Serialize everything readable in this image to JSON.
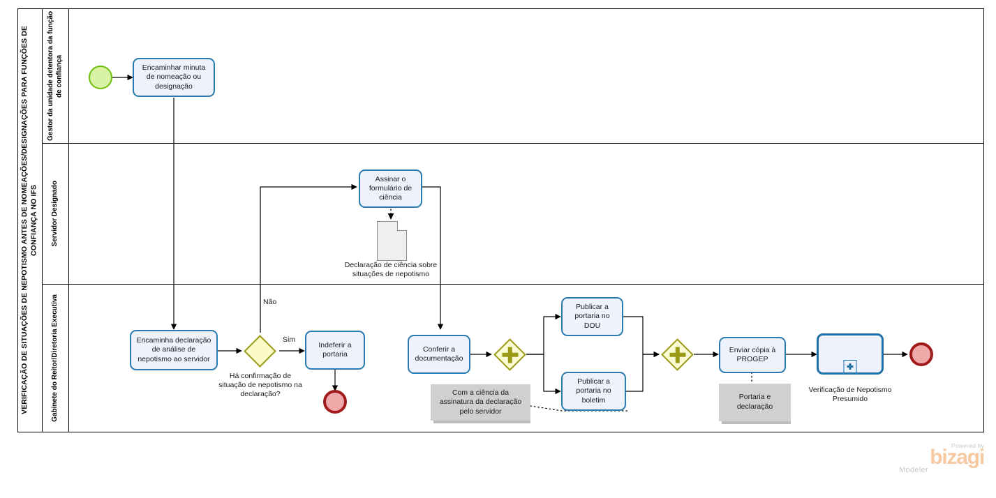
{
  "diagram": {
    "pool_title": "VERIFICAÇÃO DE SITUAÇÕES DE NEPOTISMO ANTES DE NOMEAÇÕES/DESIGNAÇÕES PARA FUNÇÕES DE CONFIANÇA NO IFS",
    "lanes": [
      {
        "id": "lane-gestor",
        "label": "Gestor da unidade detentora da função de confiança"
      },
      {
        "id": "lane-servidor",
        "label": "Servidor Designado"
      },
      {
        "id": "lane-gabinete",
        "label": "Gabinete do Reitor/Diretoria Executiva"
      }
    ]
  },
  "nodes": {
    "start_event": {
      "name": "start-event",
      "type": "start-event"
    },
    "task_encaminhar_minuta": {
      "label": "Encaminhar minuta de nomeação ou designação",
      "type": "task"
    },
    "task_assinar_formulario": {
      "label": "Assinar o formulário de ciência",
      "type": "task"
    },
    "data_declaracao": {
      "label": "Declaração de ciência sobre situações de nepotismo",
      "type": "data-object"
    },
    "task_encaminha_declaracao": {
      "label": "Encaminha declaração de análise de nepotismo ao servidor",
      "type": "task"
    },
    "gateway_confirmacao": {
      "label": "Há confirmação de situação de nepotismo na declaração?",
      "type": "exclusive-gateway"
    },
    "task_indeferir": {
      "label": "Indeferir a portaria",
      "type": "task"
    },
    "end_event_indeferido": {
      "name": "end-event-indeferido",
      "type": "end-event"
    },
    "task_conferir": {
      "label": "Conferir a documentação",
      "type": "task"
    },
    "gateway_split": {
      "name": "parallel-gateway-split",
      "type": "parallel-gateway"
    },
    "task_publicar_dou": {
      "label": "Publicar a portaria no DOU",
      "type": "task"
    },
    "task_publicar_boletim": {
      "label": "Publicar a portaria no boletim",
      "type": "task"
    },
    "gateway_join": {
      "name": "parallel-gateway-join",
      "type": "parallel-gateway"
    },
    "task_enviar_copia": {
      "label": "Enviar cópia à PROGEP",
      "type": "task"
    },
    "subprocess_verificacao": {
      "label": "Verificação de Nepotismo Presumido",
      "type": "collapsed-subprocess"
    },
    "end_event_final": {
      "name": "end-event-final",
      "type": "end-event"
    }
  },
  "annotations": {
    "ciencia": {
      "label": "Com a ciência da assinatura da declaração pelo servidor"
    },
    "portaria": {
      "label": "Portaria e declaração"
    }
  },
  "flow_labels": {
    "nao": "Não",
    "sim": "Sim"
  },
  "watermark": {
    "powered_by": "Powered by",
    "brand": "bizagi",
    "product": "Modeler"
  },
  "colors": {
    "task_border": "#2a7ab0",
    "task_fill": "#eef2fc",
    "subprocess_border": "#1f6fa8",
    "start_fill": "#d7f2a4",
    "start_border": "#6fbf0a",
    "end_fill": "#efa9a9",
    "end_border": "#a11a1a",
    "gateway_fill": "#fbfbc9",
    "gateway_border": "#9a9a18",
    "data_fill": "#efefef",
    "annotation_fill": "#d0d0d0",
    "brand_orange": "#f6c9a0"
  }
}
